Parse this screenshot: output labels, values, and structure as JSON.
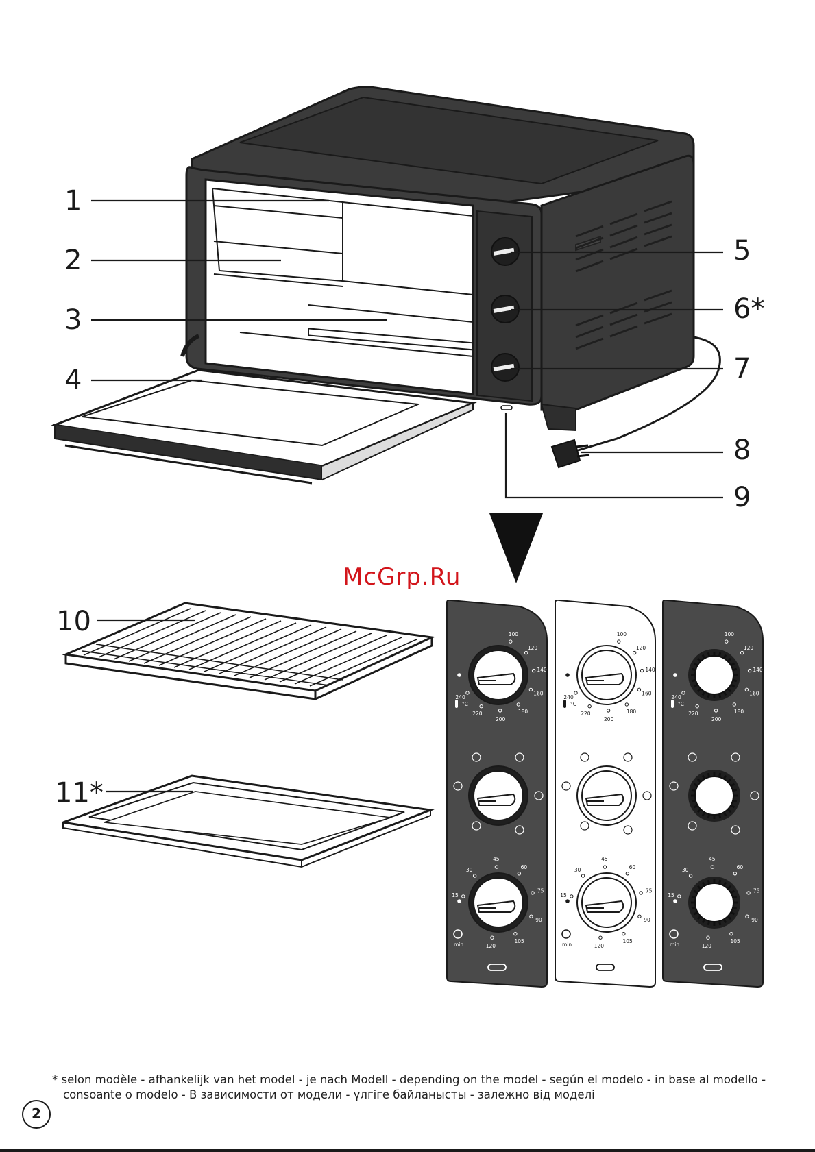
{
  "callouts": {
    "c1": "1",
    "c2": "2",
    "c3": "3",
    "c4": "4",
    "c5": "5",
    "c6": "6*",
    "c7": "7",
    "c8": "8",
    "c9": "9",
    "c10": "10",
    "c11": "11*"
  },
  "watermark": "McGrp.Ru",
  "temperature_dial": {
    "unit": "°C",
    "marks": [
      "100",
      "120",
      "140",
      "160",
      "180",
      "200",
      "220",
      "240"
    ]
  },
  "timer_dial": {
    "unit": "min",
    "marks": [
      "15",
      "30",
      "45",
      "60",
      "75",
      "90",
      "105",
      "120"
    ]
  },
  "footnote": {
    "line1": "* selon modèle - afhankelijk van het model - je nach Modell - depending on the model - según el modelo - in base al modello -",
    "line2": "consoante o modelo - В зависимости от модели - үлгіге байланысты - залежно від моделі"
  },
  "page_number": "2",
  "colors": {
    "body": "#3d3d3d",
    "outline": "#1a1a1a",
    "panel_dark": "#4a4a4a",
    "watermark": "#d2151b",
    "paper": "#ffffff"
  }
}
